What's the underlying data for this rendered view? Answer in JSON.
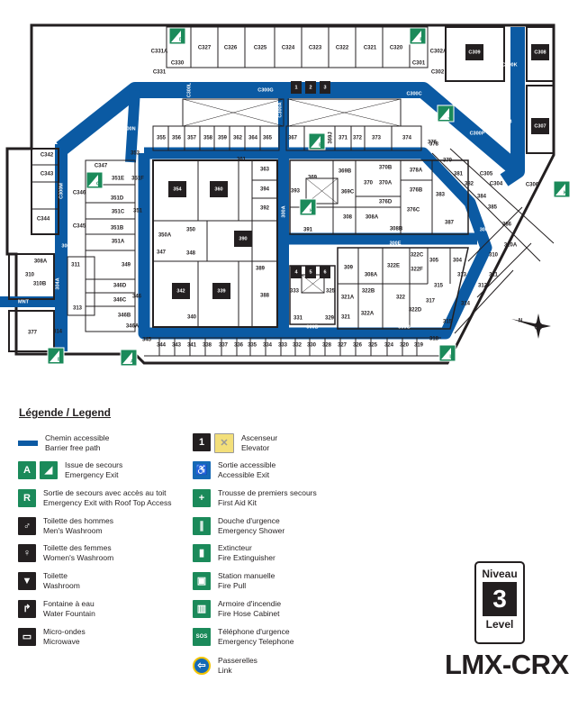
{
  "map": {
    "corridors": [
      "C300",
      "C300G",
      "C300L",
      "C300A",
      "C300H",
      "C300N",
      "C300C",
      "C300K",
      "C300B",
      "C300P",
      "C300M",
      "300H",
      "304A",
      "MNT",
      "300A",
      "300",
      "300E",
      "300F",
      "300B",
      "300G"
    ],
    "rooms": [
      "C331A",
      "C330",
      "C327",
      "C326",
      "C325",
      "C324",
      "C323",
      "C322",
      "C321",
      "C320",
      "C301",
      "C302A",
      "C302",
      "C331",
      "C309",
      "C308",
      "C307",
      "355",
      "356",
      "357",
      "358",
      "359",
      "362",
      "364",
      "365",
      "367",
      "369J",
      "371",
      "372",
      "373",
      "374",
      "376",
      "353",
      "C342",
      "C343",
      "C347",
      "C346",
      "C344",
      "C345",
      "351E",
      "351F",
      "351D",
      "351C",
      "351",
      "351B",
      "351A",
      "349",
      "346D",
      "346C",
      "346",
      "346B",
      "346A",
      "345",
      "311",
      "313",
      "314",
      "377",
      "308A",
      "310B",
      "310",
      "354",
      "360",
      "361",
      "363",
      "394",
      "392",
      "390",
      "350",
      "350A",
      "347",
      "348",
      "389",
      "342",
      "339",
      "388",
      "340",
      "344",
      "343",
      "341",
      "338",
      "337",
      "336",
      "335",
      "334",
      "333",
      "332",
      "330",
      "328",
      "327",
      "326",
      "325",
      "324",
      "320",
      "319",
      "318",
      "369",
      "369B",
      "369C",
      "370",
      "370B",
      "370A",
      "376B",
      "378A",
      "376D",
      "376C",
      "383",
      "387",
      "393",
      "308",
      "308A",
      "308B",
      "391",
      "322C",
      "305",
      "304",
      "310",
      "310A",
      "386",
      "385",
      "384",
      "382",
      "381",
      "379",
      "378",
      "C305",
      "C304",
      "C306",
      "309",
      "322E",
      "322F",
      "308A",
      "322B",
      "321A",
      "322",
      "322A",
      "321",
      "322D",
      "315",
      "313",
      "311",
      "312",
      "314",
      "315",
      "317",
      "331",
      "329",
      "333",
      "325"
    ],
    "lecture_halls": [
      "C309",
      "C308",
      "C307",
      "354",
      "360",
      "390",
      "342",
      "339"
    ],
    "exits": [
      "A",
      "B",
      "C",
      "D",
      "E",
      "F",
      "H",
      "J",
      "K",
      "L"
    ],
    "elevators": [
      "1",
      "2",
      "3",
      "4",
      "5",
      "6"
    ],
    "compass_label": "N"
  },
  "legend": {
    "title": "Légende / Legend",
    "items": [
      {
        "icon": "barrier-free-path",
        "fr": "Chemin accessible",
        "en": "Barrier free path"
      },
      {
        "icon": "emergency-exit",
        "fr": "Issue de secours",
        "en": "Emergency Exit",
        "badge": "A"
      },
      {
        "icon": "roof-exit",
        "fr": "Sortie de secours avec accès au toit",
        "en": "Emergency Exit with Roof Top Access",
        "badge": "R"
      },
      {
        "icon": "mens-washroom",
        "fr": "Toilette des hommes",
        "en": "Men's Washroom"
      },
      {
        "icon": "womens-washroom",
        "fr": "Toilette des femmes",
        "en": "Women's Washroom"
      },
      {
        "icon": "washroom",
        "fr": "Toilette",
        "en": "Washroom"
      },
      {
        "icon": "water-fountain",
        "fr": "Fontaine à eau",
        "en": "Water Fountain"
      },
      {
        "icon": "microwave",
        "fr": "Micro-ondes",
        "en": "Microwave"
      },
      {
        "icon": "elevator",
        "fr": "Ascenseur",
        "en": "Elevator",
        "badge": "1"
      },
      {
        "icon": "accessible-exit",
        "fr": "Sortie accessible",
        "en": "Accessible Exit"
      },
      {
        "icon": "first-aid",
        "fr": "Trousse de premiers secours",
        "en": "First Aid Kit"
      },
      {
        "icon": "emergency-shower",
        "fr": "Douche d'urgence",
        "en": "Emergency Shower"
      },
      {
        "icon": "fire-extinguisher",
        "fr": "Extincteur",
        "en": "Fire Extinguisher"
      },
      {
        "icon": "fire-pull",
        "fr": "Station manuelle",
        "en": "Fire Pull"
      },
      {
        "icon": "fire-hose",
        "fr": "Armoire d'incendie",
        "en": "Fire Hose Cabinet"
      },
      {
        "icon": "emergency-phone",
        "fr": "Téléphone d'urgence",
        "en": "Emergency Telephone",
        "badge": "SOS"
      },
      {
        "icon": "link",
        "fr": "Passerelles",
        "en": "Link"
      }
    ]
  },
  "level": {
    "top": "Niveau",
    "number": "3",
    "bottom": "Level"
  },
  "building": "LMX-CRX",
  "colors": {
    "path": "#0b5aa3",
    "exit": "#1b8a5a",
    "dark": "#231f20",
    "elevator": "#f3df7a"
  }
}
